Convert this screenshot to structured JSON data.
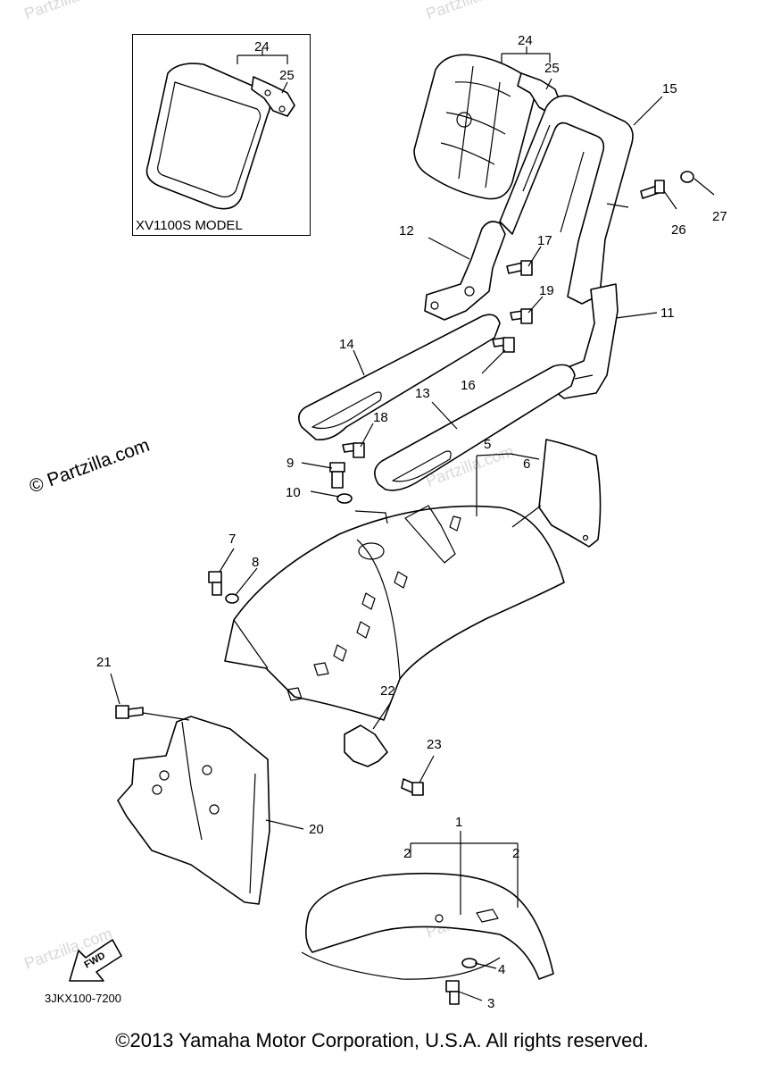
{
  "inset": {
    "label": "XV1100S MODEL"
  },
  "diagram_code": "3JKX100-7200",
  "copyright": "©2013 Yamaha Motor Corporation, U.S.A. All rights reserved.",
  "watermarks": {
    "main": "© Partzilla.com",
    "faint": "Partzilla.com"
  },
  "fwd_label": "FWD",
  "callouts": {
    "c1": "1",
    "c2a": "2",
    "c2b": "2",
    "c3": "3",
    "c4": "4",
    "c5": "5",
    "c6": "6",
    "c7": "7",
    "c8": "8",
    "c9": "9",
    "c10": "10",
    "c11": "11",
    "c12": "12",
    "c13": "13",
    "c14": "14",
    "c15": "15",
    "c16": "16",
    "c17": "17",
    "c18": "18",
    "c19": "19",
    "c20": "20",
    "c21": "21",
    "c22": "22",
    "c23": "23",
    "c24a": "24",
    "c24b": "24",
    "c25a": "25",
    "c25b": "25",
    "c26": "26",
    "c27": "27"
  }
}
